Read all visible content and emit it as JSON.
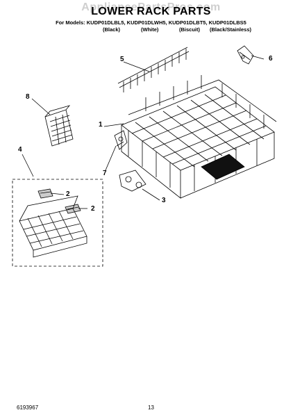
{
  "watermark": "AppliancePartsPros.com",
  "title": "LOWER RACK PARTS",
  "models_line": "For Models: KUDP01DLBL5, KUDP01DLWH5, KUDP01DLBT5, KUDP01DLBS5",
  "colors": [
    "(Black)",
    "(White)",
    "(Biscuit)",
    "(Black/Stainless)"
  ],
  "callouts": {
    "c1": "1",
    "c2a": "2",
    "c2b": "2",
    "c3": "3",
    "c4": "4",
    "c5": "5",
    "c6": "6",
    "c7": "7",
    "c8": "8"
  },
  "footer": {
    "doc_number": "6193967",
    "page_number": "13"
  }
}
